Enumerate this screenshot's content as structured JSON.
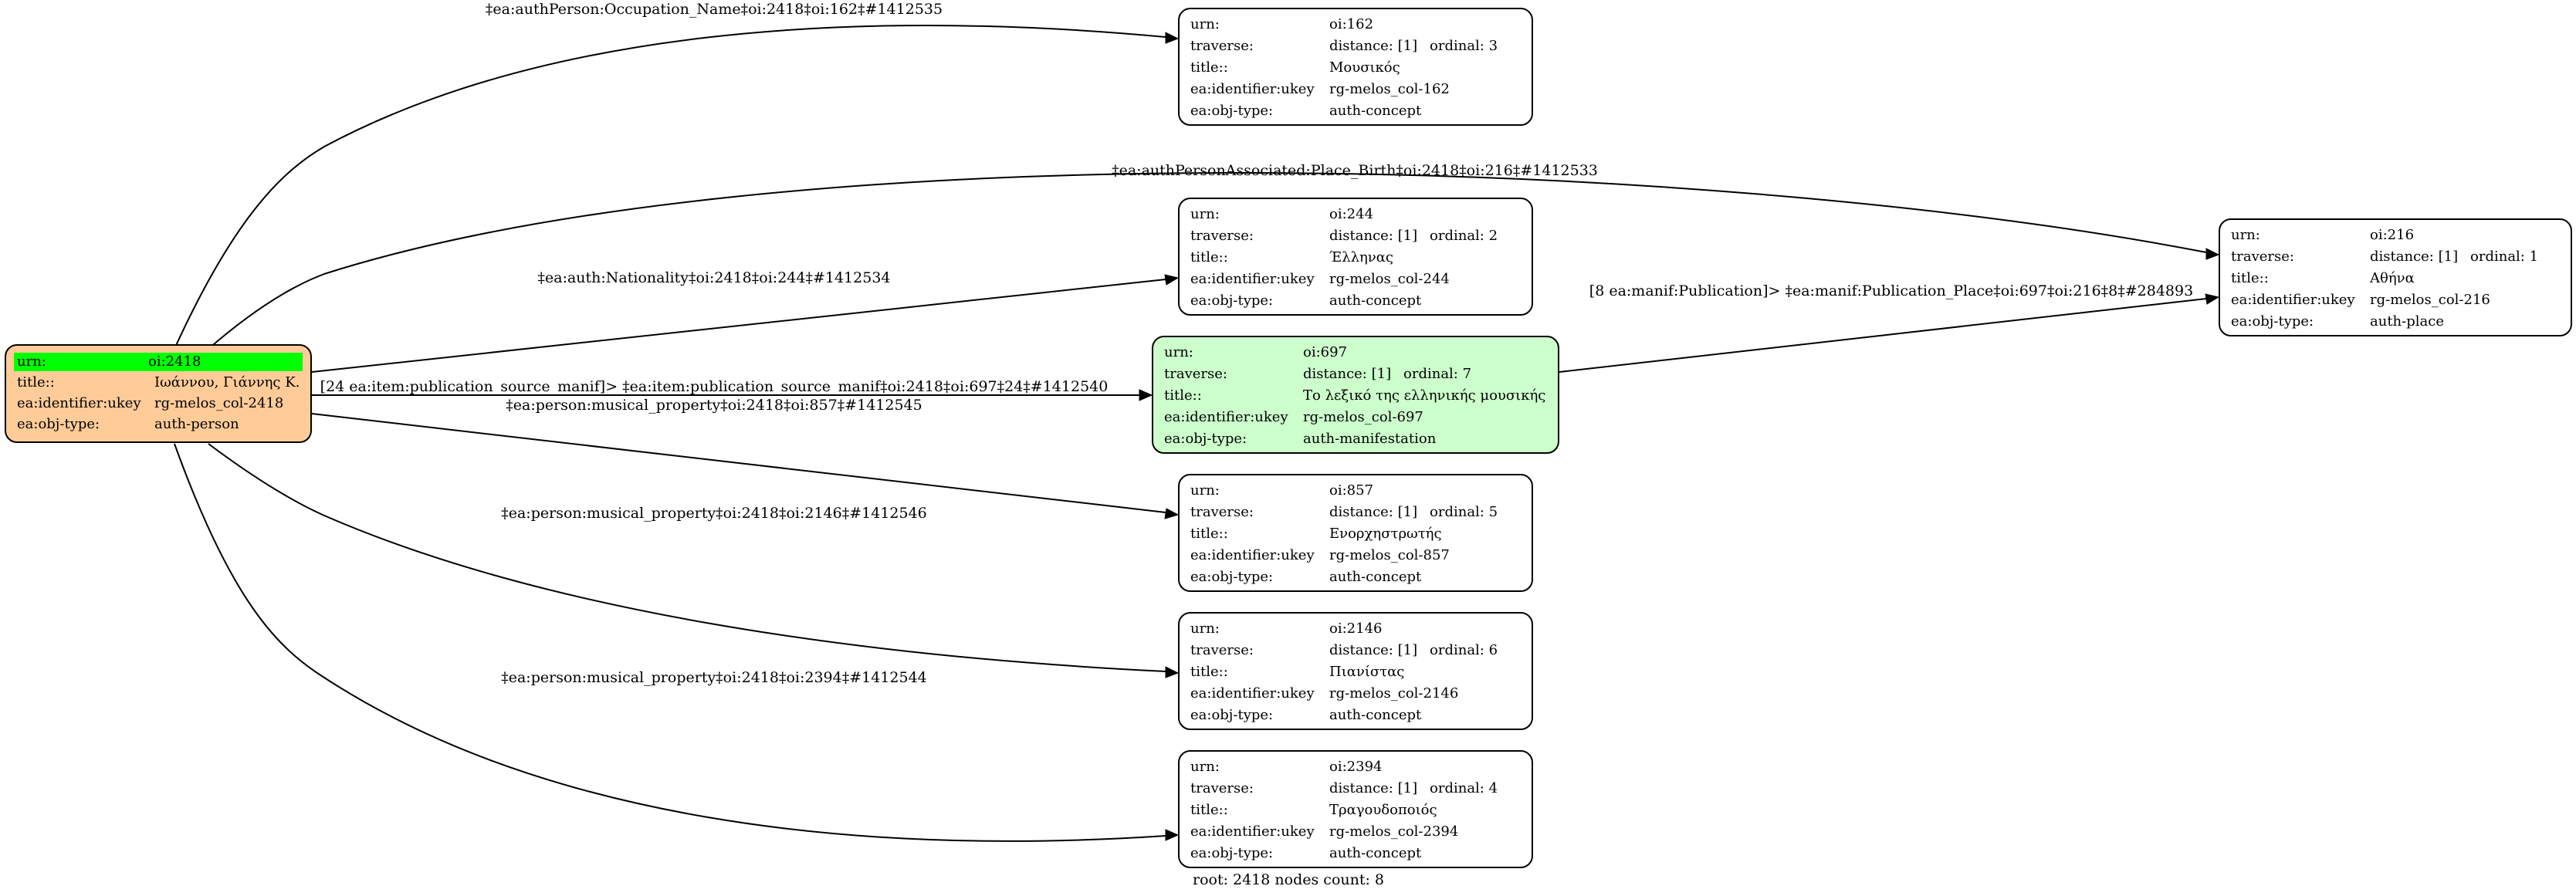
{
  "nodes": {
    "root": {
      "urn_label": "urn:",
      "urn": "oi:2418",
      "title_label": "title::",
      "title": "Ιωάννου, Γιάννης Κ.",
      "ukey_label": "ea:identifier:ukey",
      "ukey": "rg-melos_col-2418",
      "type_label": "ea:obj-type:",
      "type": "auth-person"
    },
    "n162": {
      "urn_label": "urn:",
      "urn": "oi:162",
      "traverse_label": "traverse:",
      "distance": "distance: [1]",
      "ordinal": "ordinal: 3",
      "title_label": "title::",
      "title": "Μουσικός",
      "ukey_label": "ea:identifier:ukey",
      "ukey": "rg-melos_col-162",
      "type_label": "ea:obj-type:",
      "type": "auth-concept"
    },
    "n244": {
      "urn_label": "urn:",
      "urn": "oi:244",
      "traverse_label": "traverse:",
      "distance": "distance: [1]",
      "ordinal": "ordinal: 2",
      "title_label": "title::",
      "title": "Έλληνας",
      "ukey_label": "ea:identifier:ukey",
      "ukey": "rg-melos_col-244",
      "type_label": "ea:obj-type:",
      "type": "auth-concept"
    },
    "n697": {
      "urn_label": "urn:",
      "urn": "oi:697",
      "traverse_label": "traverse:",
      "distance": "distance: [1]",
      "ordinal": "ordinal: 7",
      "title_label": "title::",
      "title": "Το λεξικό της ελληνικής μουσικής",
      "ukey_label": "ea:identifier:ukey",
      "ukey": "rg-melos_col-697",
      "type_label": "ea:obj-type:",
      "type": "auth-manifestation"
    },
    "n857": {
      "urn_label": "urn:",
      "urn": "oi:857",
      "traverse_label": "traverse:",
      "distance": "distance: [1]",
      "ordinal": "ordinal: 5",
      "title_label": "title::",
      "title": "Ενορχηστρωτής",
      "ukey_label": "ea:identifier:ukey",
      "ukey": "rg-melos_col-857",
      "type_label": "ea:obj-type:",
      "type": "auth-concept"
    },
    "n2146": {
      "urn_label": "urn:",
      "urn": "oi:2146",
      "traverse_label": "traverse:",
      "distance": "distance: [1]",
      "ordinal": "ordinal: 6",
      "title_label": "title::",
      "title": "Πιανίστας",
      "ukey_label": "ea:identifier:ukey",
      "ukey": "rg-melos_col-2146",
      "type_label": "ea:obj-type:",
      "type": "auth-concept"
    },
    "n2394": {
      "urn_label": "urn:",
      "urn": "oi:2394",
      "traverse_label": "traverse:",
      "distance": "distance: [1]",
      "ordinal": "ordinal: 4",
      "title_label": "title::",
      "title": "Τραγουδοποιός",
      "ukey_label": "ea:identifier:ukey",
      "ukey": "rg-melos_col-2394",
      "type_label": "ea:obj-type:",
      "type": "auth-concept"
    },
    "n216": {
      "urn_label": "urn:",
      "urn": "oi:216",
      "traverse_label": "traverse:",
      "distance": "distance: [1]",
      "ordinal": "ordinal: 1",
      "title_label": "title::",
      "title": "Αθήνα",
      "ukey_label": "ea:identifier:ukey",
      "ukey": "rg-melos_col-216",
      "type_label": "ea:obj-type:",
      "type": "auth-place"
    }
  },
  "edges": {
    "occupation": "‡ea:authPerson:Occupation_Name‡oi:2418‡oi:162‡#1412535",
    "birth_place": "‡ea:authPersonAssociated:Place_Birth‡oi:2418‡oi:216‡#1412533",
    "nationality": "‡ea:auth:Nationality‡oi:2418‡oi:244‡#1412534",
    "publication_source": "[24 ea:item:publication_source_manif]> ‡ea:item:publication_source_manif‡oi:2418‡oi:697‡24‡#1412540",
    "musical_857": "‡ea:person:musical_property‡oi:2418‡oi:857‡#1412545",
    "musical_2146": "‡ea:person:musical_property‡oi:2418‡oi:2146‡#1412546",
    "musical_2394": "‡ea:person:musical_property‡oi:2418‡oi:2394‡#1412544",
    "publication_place": "[8 ea:manif:Publication]> ‡ea:manif:Publication_Place‡oi:697‡oi:216‡8‡#284893"
  },
  "footer": "root: 2418 nodes count: 8",
  "colors": {
    "root_fill": "#ffcc99",
    "root_highlight": "#00ff00",
    "manifestation_fill": "#ccffcc",
    "node_fill": "#ffffff",
    "stroke": "#000000"
  }
}
